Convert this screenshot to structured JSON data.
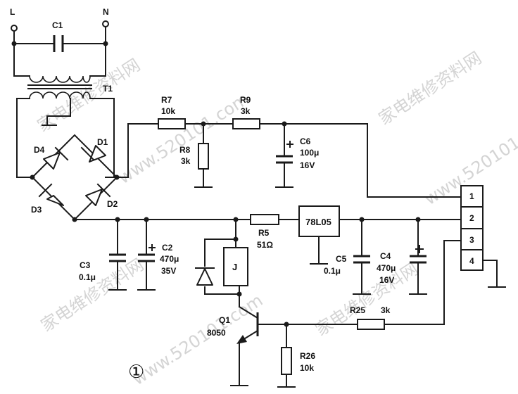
{
  "labels": {
    "L": "L",
    "N": "N",
    "C1": "C1",
    "T1": "T1",
    "D1": "D1",
    "D2": "D2",
    "D3": "D3",
    "D4": "D4",
    "R7": "R7",
    "R7_val": "10k",
    "R8": "R8",
    "R8_val": "3k",
    "R9": "R9",
    "R9_val": "3k",
    "C6": "C6",
    "C6_val1": "100μ",
    "C6_val2": "16V",
    "C3": "C3",
    "C3_val": "0.1μ",
    "C2": "C2",
    "C2_val1": "470μ",
    "C2_val2": "35V",
    "R5": "R5",
    "R5_val": "51Ω",
    "U1": "78L05",
    "C5": "C5",
    "C5_val": "0.1μ",
    "C4": "C4",
    "C4_val1": "470μ",
    "C4_val2": "16V",
    "J": "J",
    "Q1": "Q1",
    "Q1_val": "8050",
    "R25": "R25",
    "R25_val": "3k",
    "R26": "R26",
    "R26_val": "10k"
  },
  "connector": {
    "pins": [
      "1",
      "2",
      "3",
      "4"
    ]
  },
  "figure_number": "①",
  "watermark": {
    "site": "www.520101.com",
    "brand": "家电维修资料网"
  }
}
